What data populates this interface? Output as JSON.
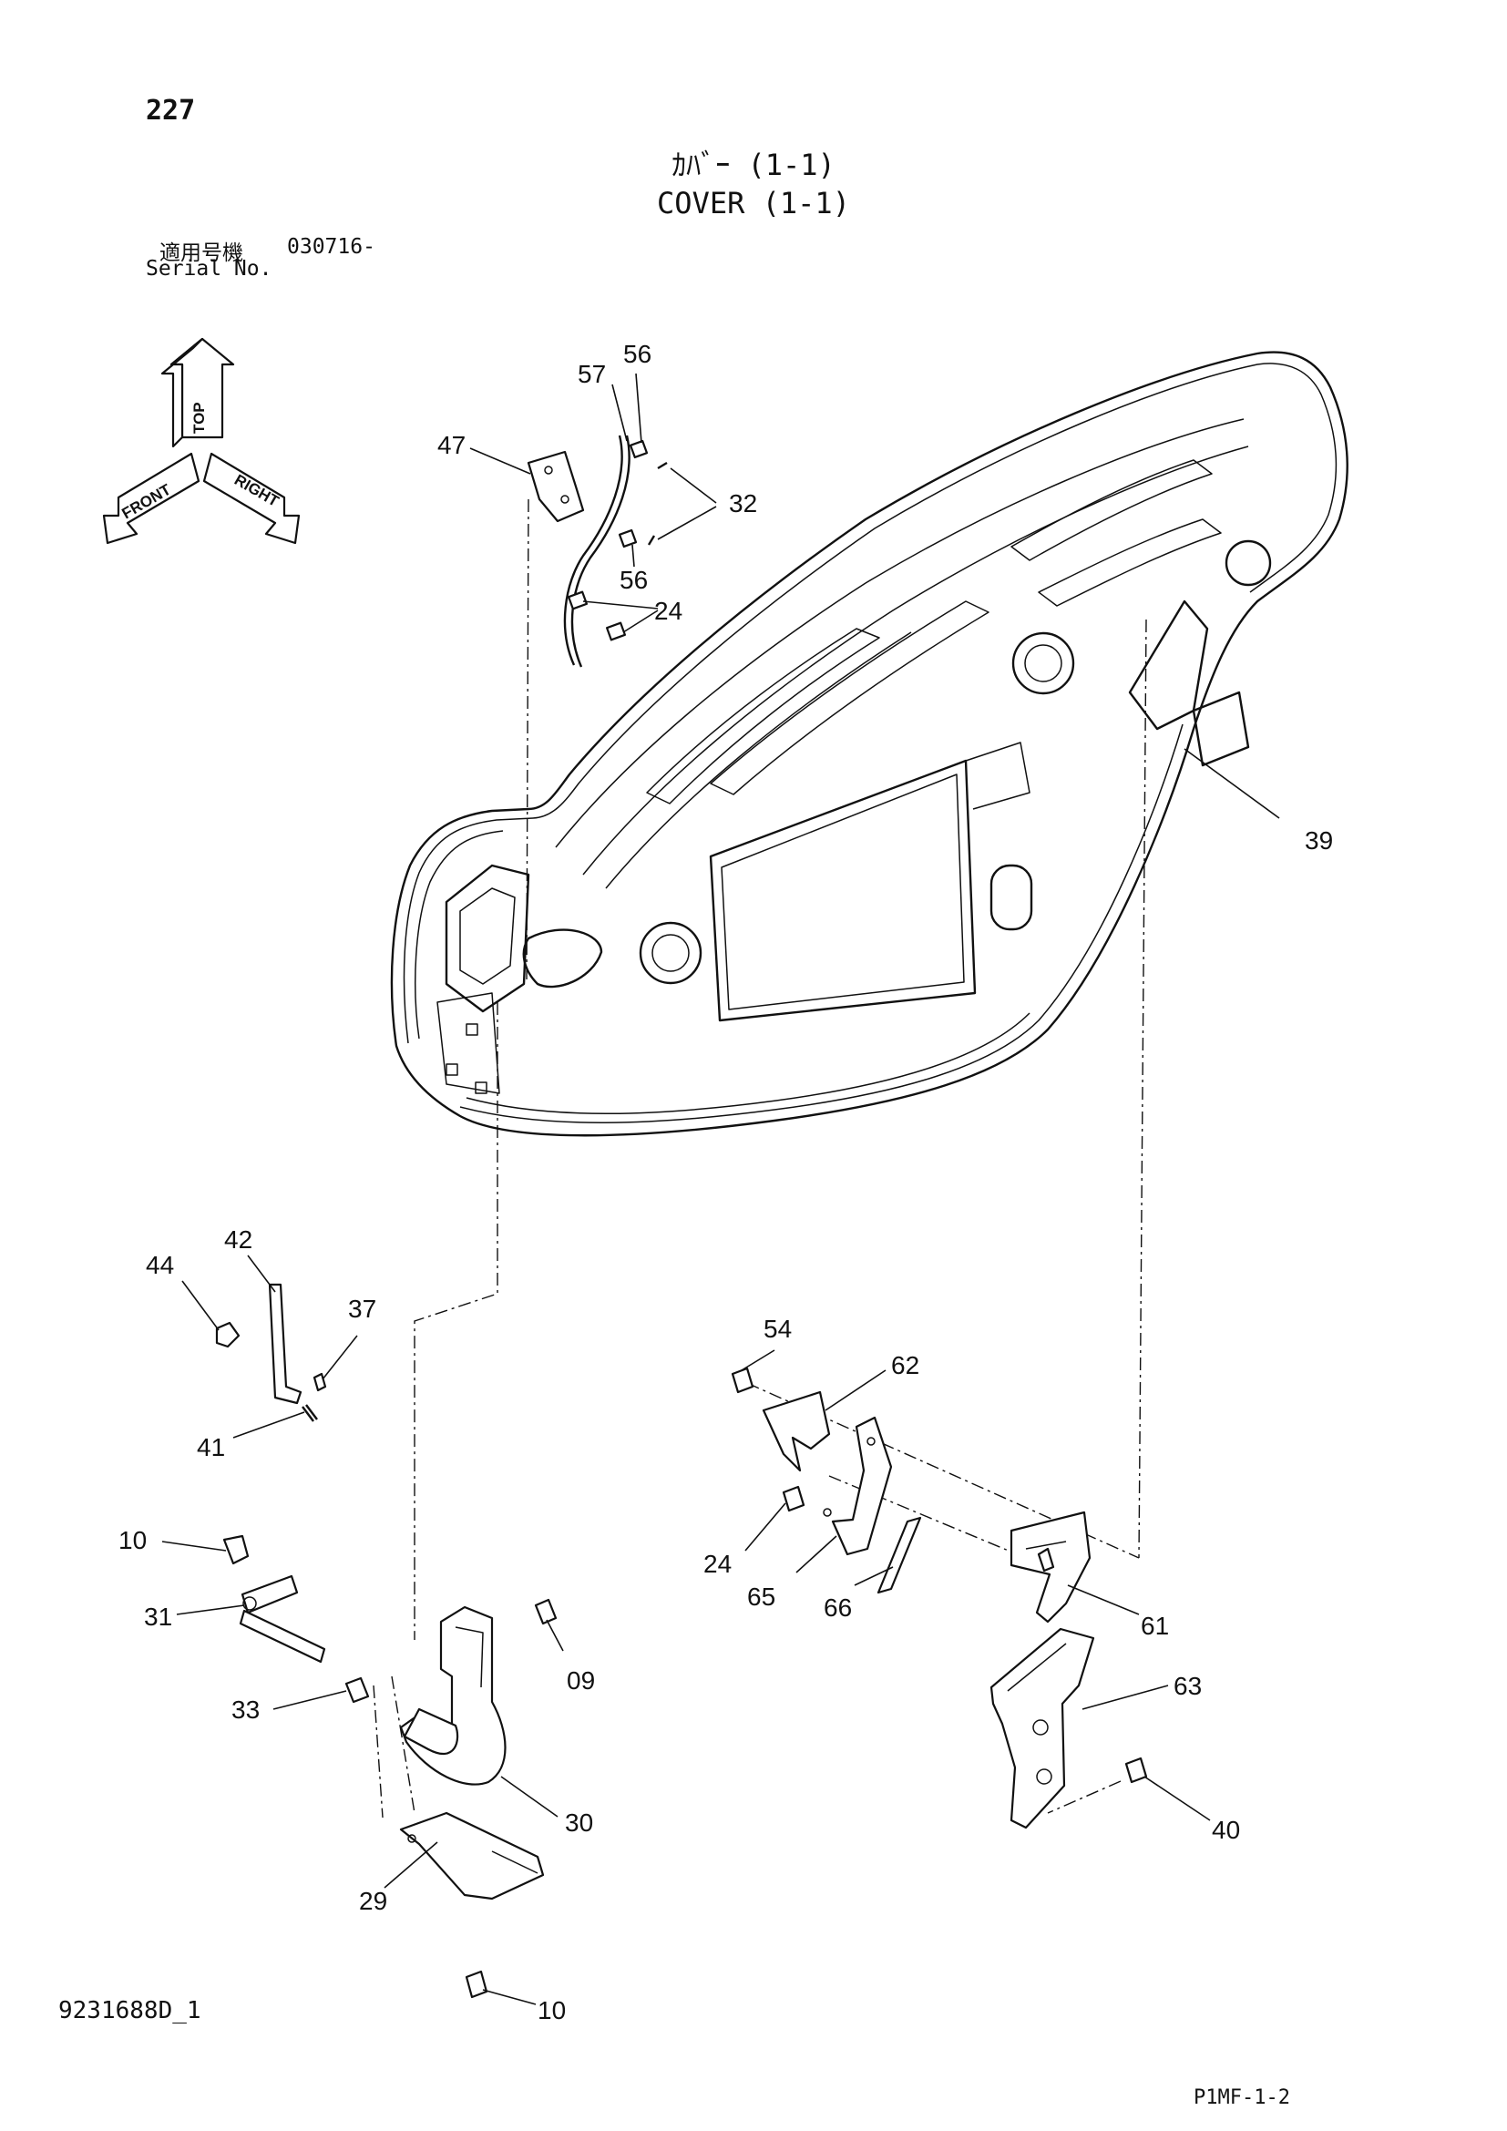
{
  "header": {
    "page_number": "227",
    "title_jp": "ｶﾊﾞｰ (1-1)",
    "title_en": "COVER (1-1)",
    "serial_label_jp": "適用号機",
    "serial_value": "030716-",
    "serial_label_en": "Serial No."
  },
  "orientation": {
    "top": "TOP",
    "front": "FRONT",
    "right": "RIGHT"
  },
  "callouts": {
    "c56a": "56",
    "c57": "57",
    "c47": "47",
    "c32": "32",
    "c56b": "56",
    "c24a": "24",
    "c39": "39",
    "c44": "44",
    "c42": "42",
    "c37": "37",
    "c41": "41",
    "c10a": "10",
    "c31": "31",
    "c33": "33",
    "c09": "09",
    "c30": "30",
    "c29": "29",
    "c10b": "10",
    "c54": "54",
    "c62": "62",
    "c24b": "24",
    "c65": "65",
    "c66": "66",
    "c61": "61",
    "c63": "63",
    "c40": "40"
  },
  "footer": {
    "drawing_id": "9231688D_1",
    "page_code": "P1MF-1-2"
  }
}
